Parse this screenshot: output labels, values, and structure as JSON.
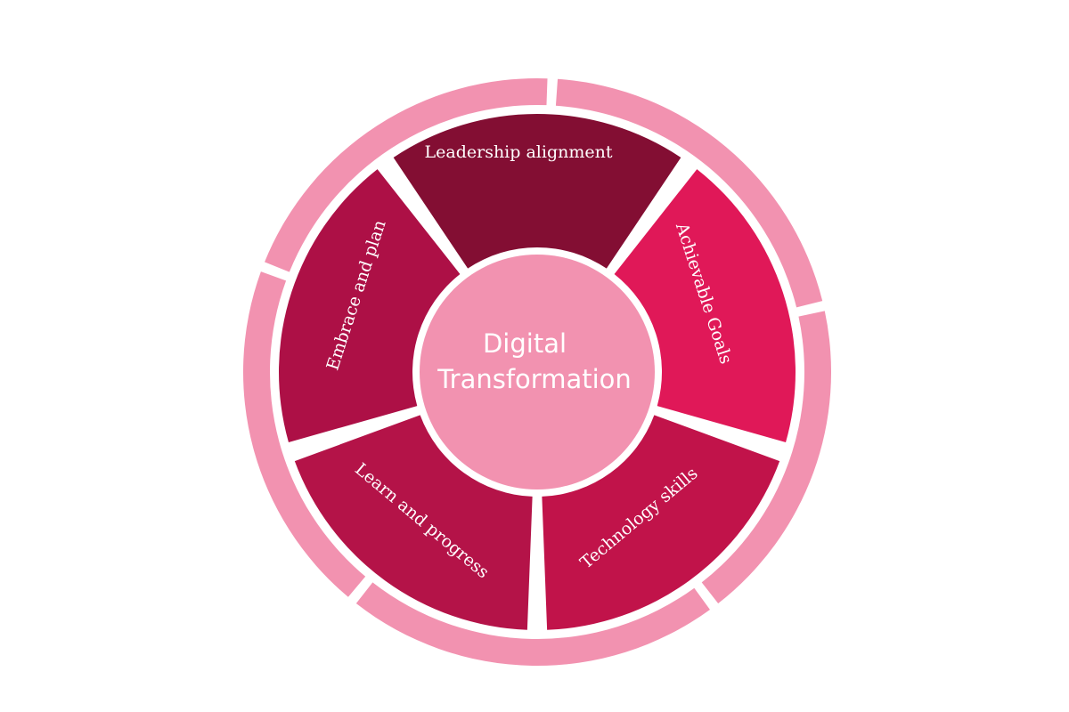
{
  "center": {
    "line1": "Digital",
    "line2": "Transformation"
  },
  "segments": [
    {
      "label": "Leadership alignment"
    },
    {
      "label": "Achievable Goals"
    },
    {
      "label": "Technology skills"
    },
    {
      "label": "Learn and progress"
    },
    {
      "label": "Embrace and plan"
    }
  ],
  "colors": {
    "outer_ring": "#f292b0",
    "center_circle": "#f292b0",
    "segment_leadership": "#830e33",
    "segment_achievable": "#e01858",
    "segment_technology": "#c1134a",
    "segment_learn": "#b41348",
    "segment_embrace": "#ad1046",
    "gap": "#ffffff"
  }
}
